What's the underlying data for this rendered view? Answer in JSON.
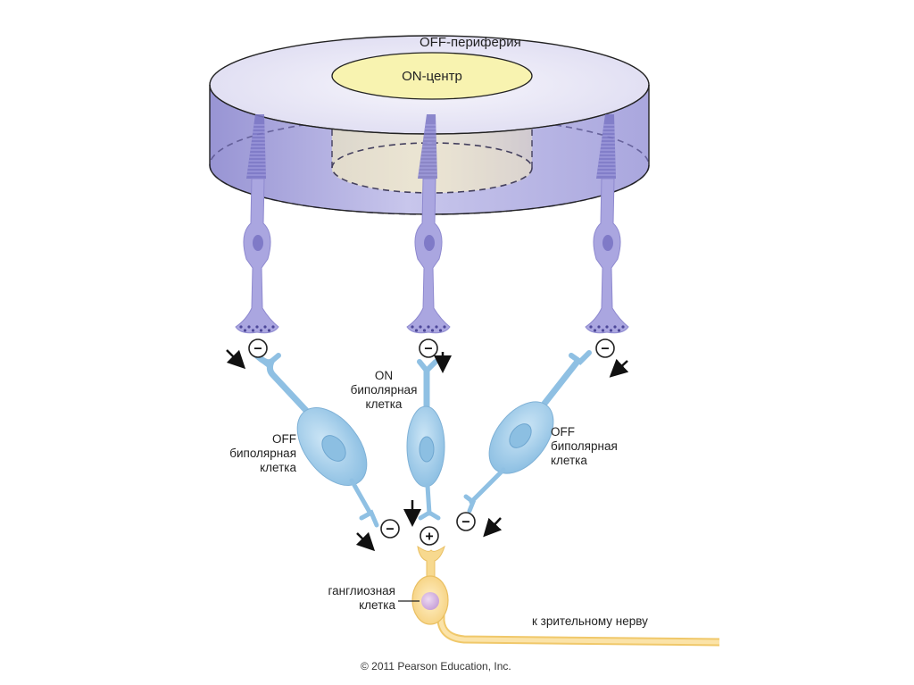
{
  "title": "ON-центр / OFF-периферия: рецептивное поле ганглиозной клетки",
  "labels": {
    "off_surround": "OFF-периферия",
    "on_center": "ON-центр",
    "on_bipolar": [
      "ON",
      "биполярная",
      "клетка"
    ],
    "off_bipolar_left": [
      "OFF",
      "биполярная",
      "клетка"
    ],
    "off_bipolar_right": [
      "OFF",
      "биполярная",
      "клетка"
    ],
    "ganglion": [
      "ганглиозная",
      "клетка"
    ],
    "optic_nerve": "к зрительному нерву",
    "copyright": "© 2011 Pearson Education, Inc."
  },
  "synapse_signs": {
    "cone_left": "−",
    "cone_center": "−",
    "cone_right": "−",
    "bipolar_left": "−",
    "bipolar_center": "+",
    "bipolar_right": "−"
  },
  "colors": {
    "surround_top": "#ecebf7",
    "surround_side": "#a9a6dc",
    "center_top": "#f8f3b0",
    "cone": "#a7a3de",
    "cone_dark": "#7a75c4",
    "bipolar": "#9fcbe8",
    "ganglion": "#f7d98f",
    "ganglion_nucleus": "#d8b5e3"
  }
}
